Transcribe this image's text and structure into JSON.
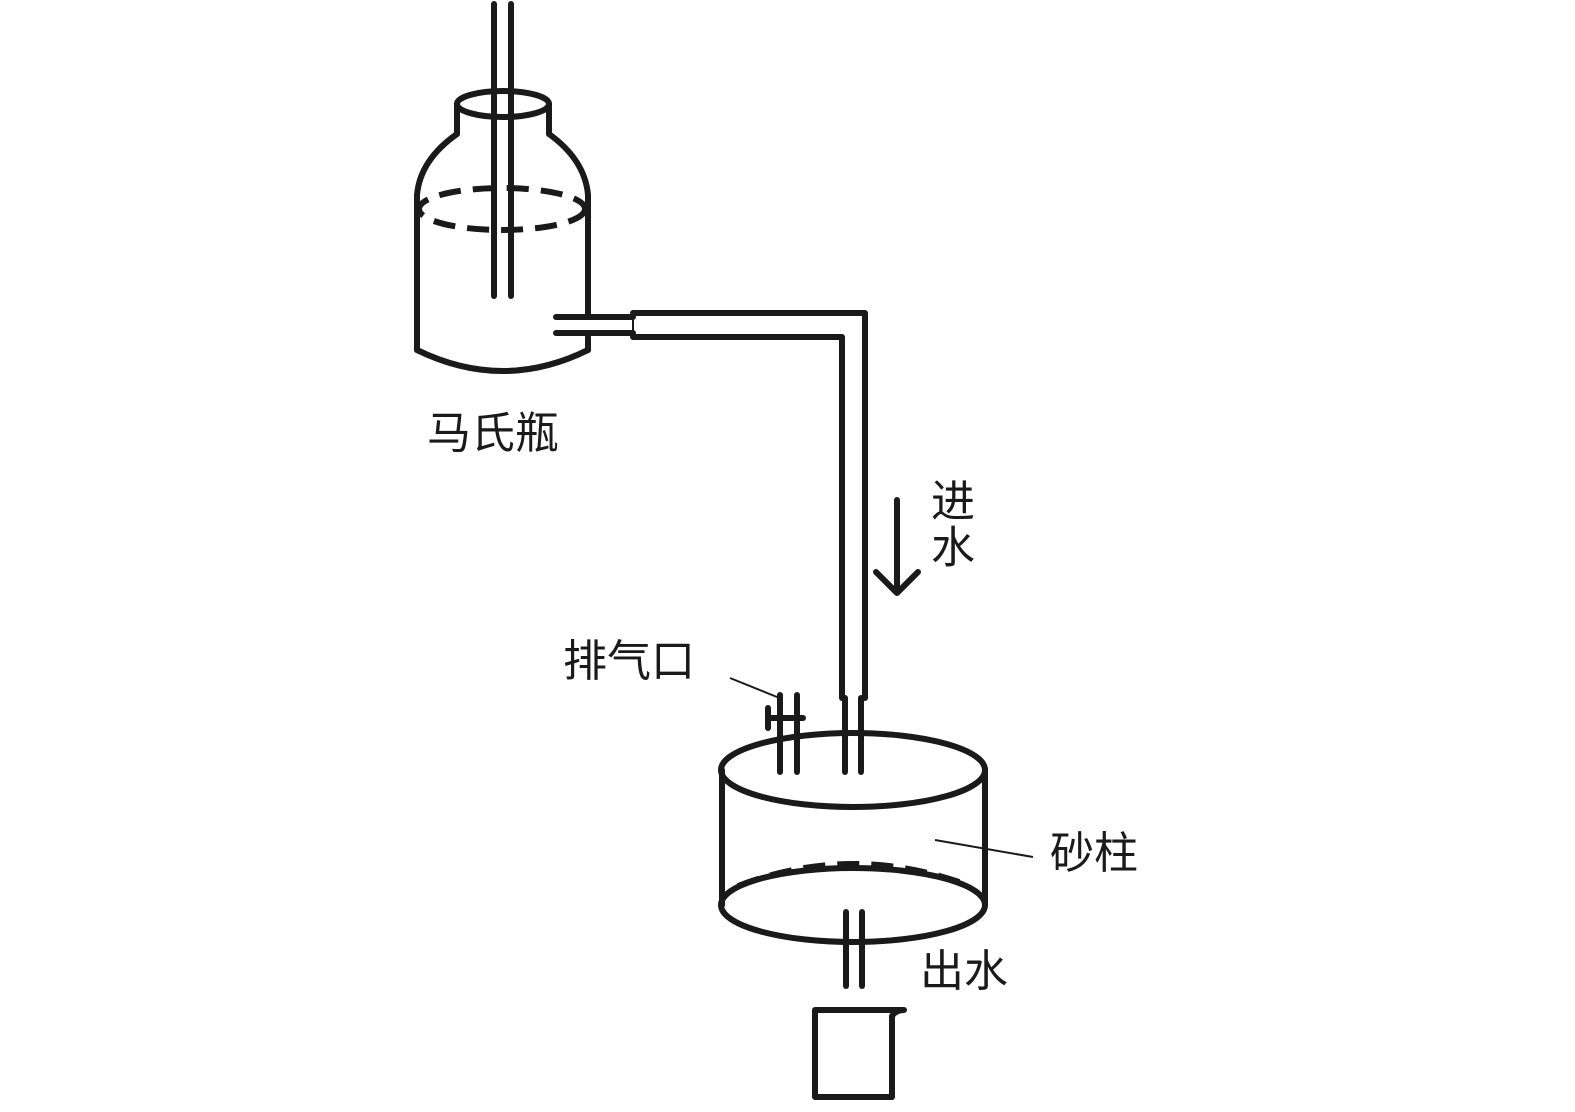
{
  "labels": {
    "mariotte_bottle": "马氏瓶",
    "water_in": "进水",
    "vent": "排气口",
    "sand_column": "砂柱",
    "water_out": "出水"
  },
  "colors": {
    "stroke": "#1a1a1a",
    "background": "#ffffff"
  },
  "icons": {
    "flow_arrow": "arrow-down-icon"
  }
}
